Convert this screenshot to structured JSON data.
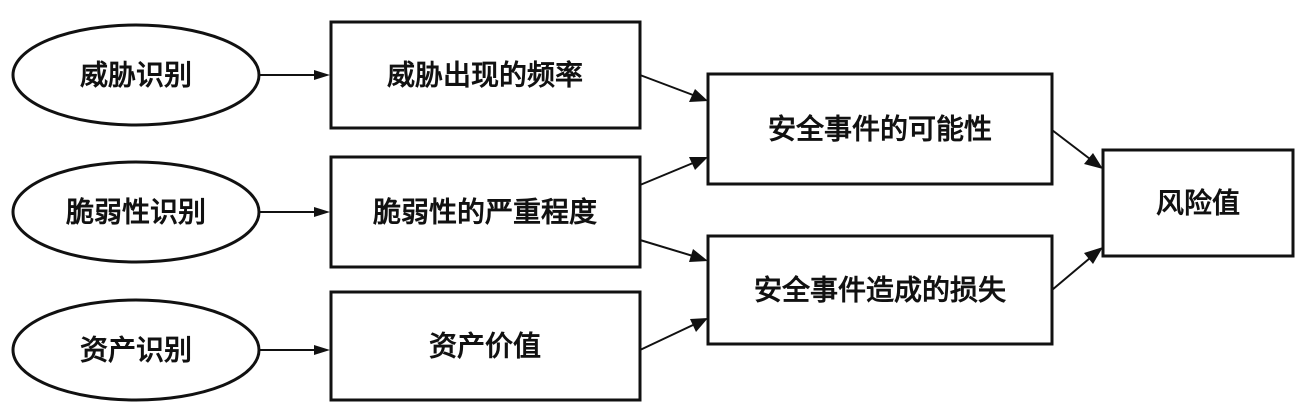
{
  "nodes": {
    "threat_id": {
      "label": "威胁识别",
      "shape": "ellipse"
    },
    "vuln_id": {
      "label": "脆弱性识别",
      "shape": "ellipse"
    },
    "asset_id": {
      "label": "资产识别",
      "shape": "ellipse"
    },
    "threat_freq": {
      "label": "威胁出现的频率",
      "shape": "rectangle"
    },
    "vuln_severity": {
      "label": "脆弱性的严重程度",
      "shape": "rectangle"
    },
    "asset_value": {
      "label": "资产价值",
      "shape": "rectangle"
    },
    "event_likelihood": {
      "label": "安全事件的可能性",
      "shape": "rectangle"
    },
    "event_loss": {
      "label": "安全事件造成的损失",
      "shape": "rectangle"
    },
    "risk_value": {
      "label": "风险值",
      "shape": "rectangle"
    }
  },
  "edges": [
    {
      "from": "threat_id",
      "to": "threat_freq"
    },
    {
      "from": "vuln_id",
      "to": "vuln_severity"
    },
    {
      "from": "asset_id",
      "to": "asset_value"
    },
    {
      "from": "threat_freq",
      "to": "event_likelihood"
    },
    {
      "from": "vuln_severity",
      "to": "event_likelihood"
    },
    {
      "from": "vuln_severity",
      "to": "event_loss"
    },
    {
      "from": "asset_value",
      "to": "event_loss"
    },
    {
      "from": "event_likelihood",
      "to": "risk_value"
    },
    {
      "from": "event_loss",
      "to": "risk_value"
    }
  ]
}
